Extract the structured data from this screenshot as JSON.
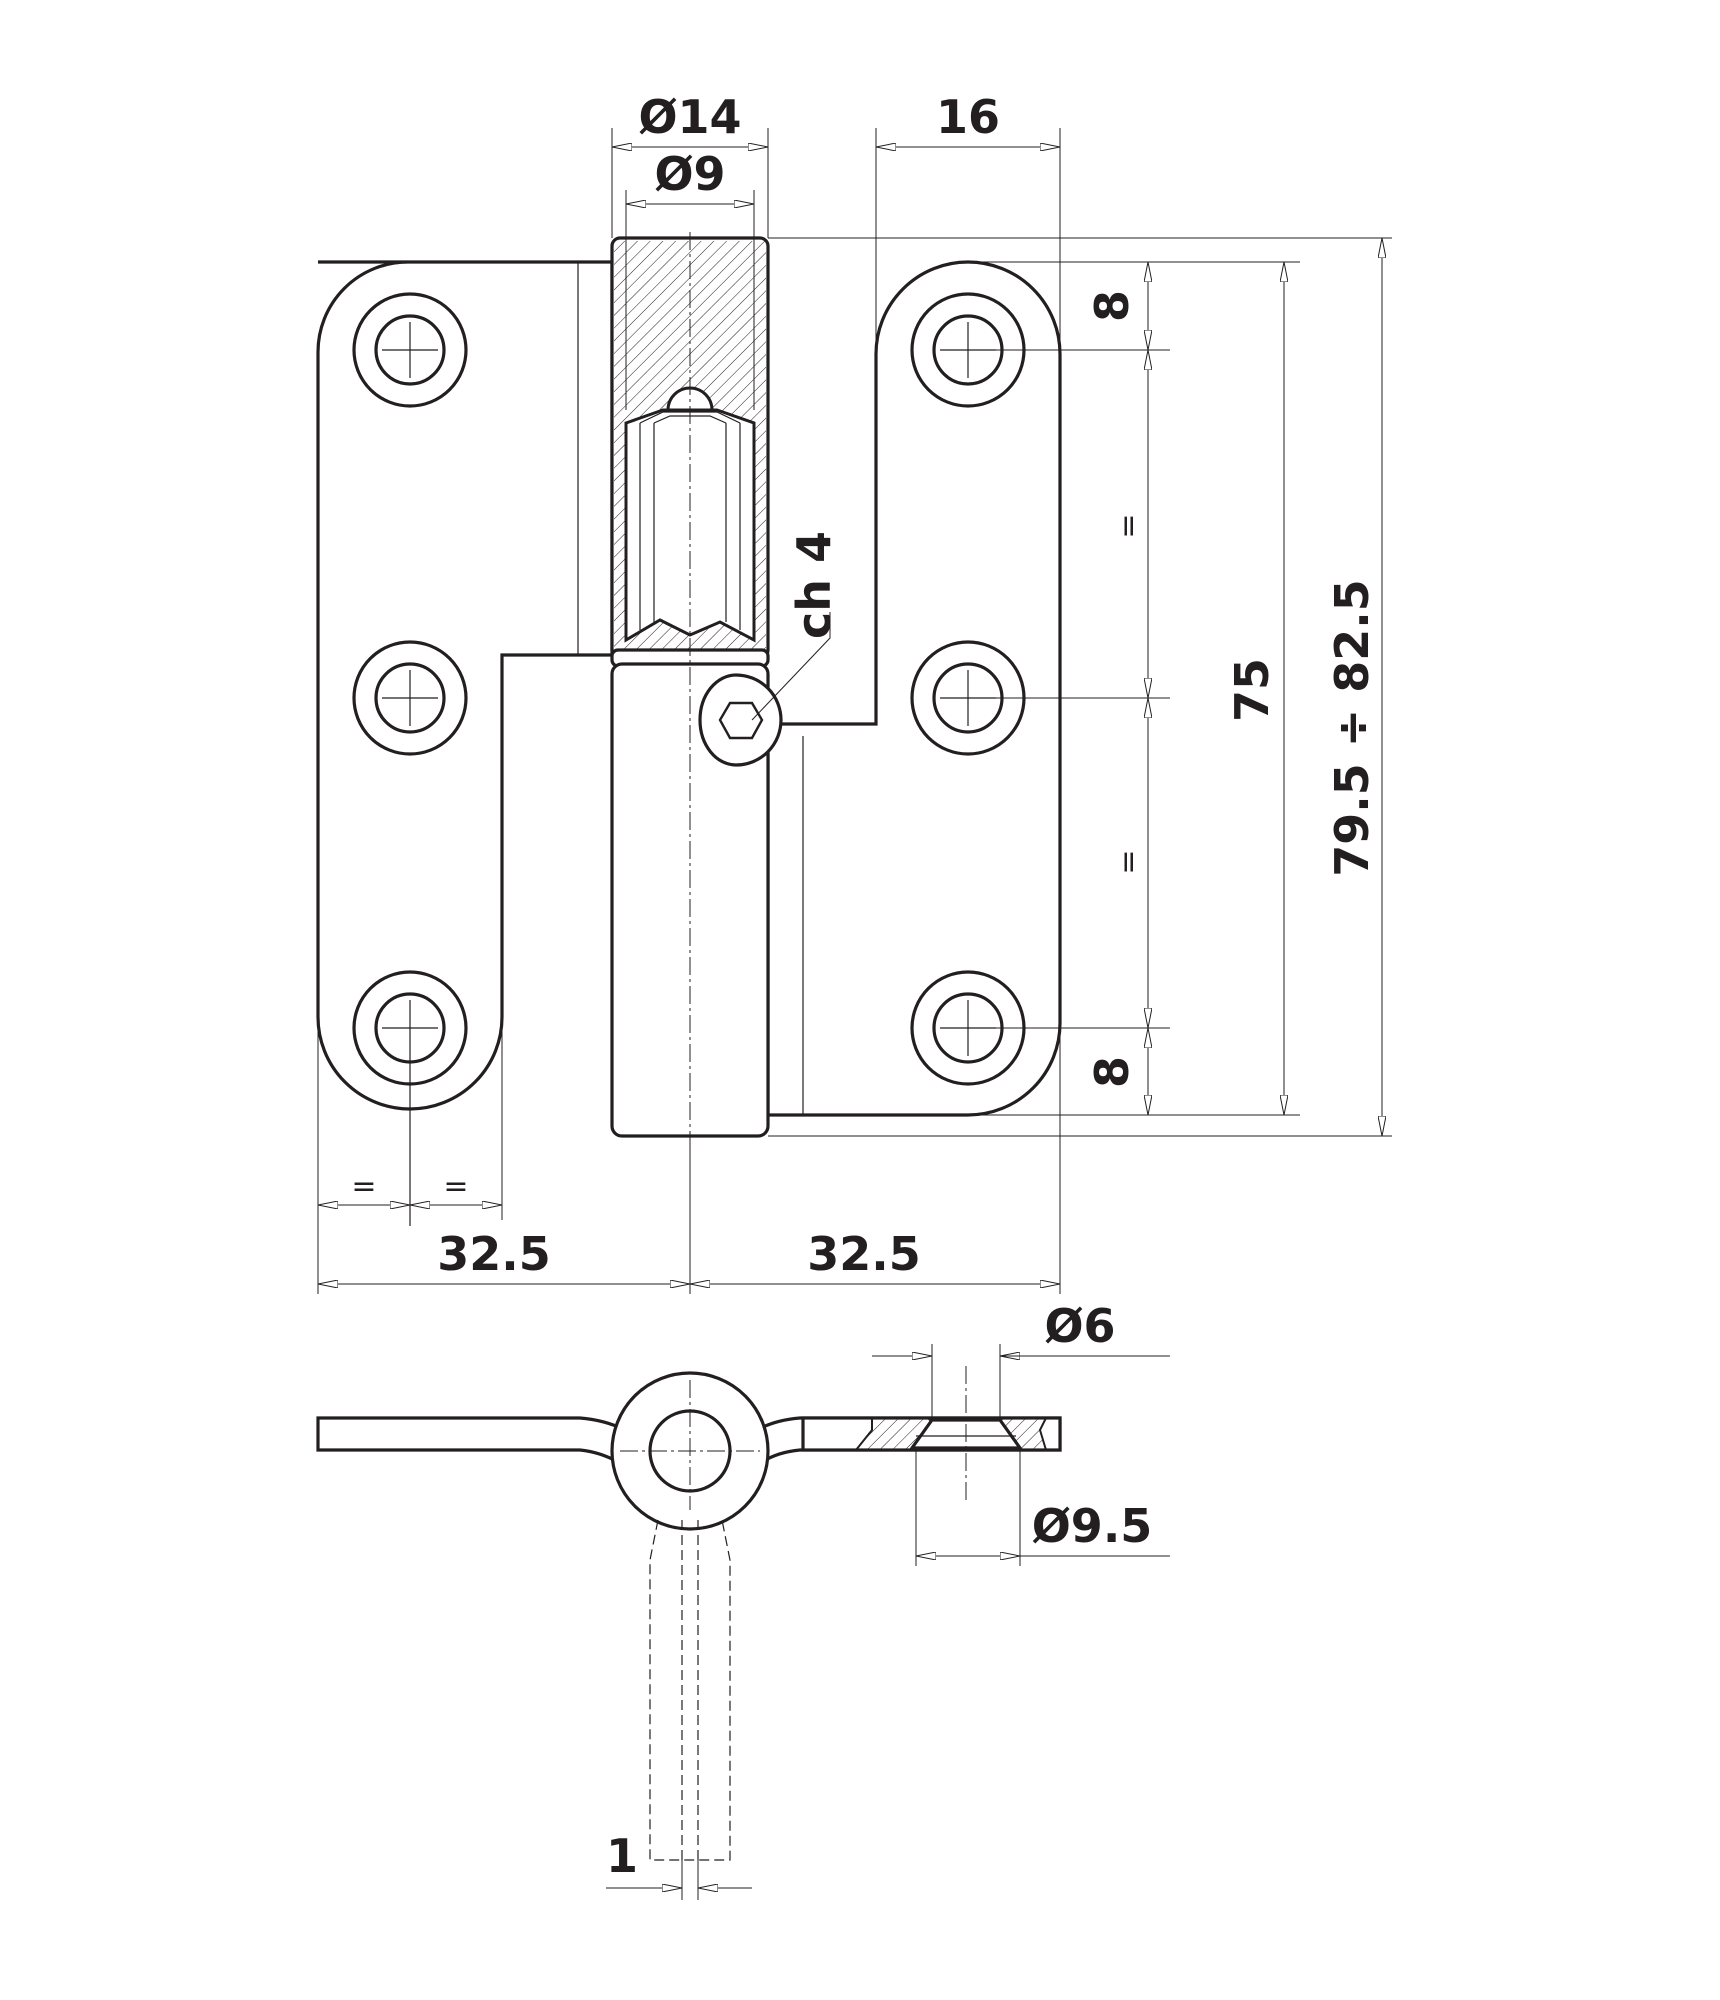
{
  "dimensions": {
    "pin_outer_diameter": "Ø14",
    "pin_inner_diameter": "Ø9",
    "leaf_width_right": "16",
    "hole_pitch_top": "8",
    "hole_pitch_bottom": "8",
    "equal_top": "=",
    "equal_bottom": "=",
    "hole_spacing": "75",
    "overall_height": "79.5 ÷ 82.5",
    "left_half_width": "32.5",
    "right_half_width": "32.5",
    "equal_left_a": "=",
    "equal_left_b": "=",
    "hex_key": "ch 4",
    "countersink_inner": "Ø6",
    "countersink_outer": "Ø9.5",
    "offset": "1"
  },
  "colors": {
    "line": "#231f20",
    "hatch": "#231f20",
    "background": "#ffffff"
  }
}
